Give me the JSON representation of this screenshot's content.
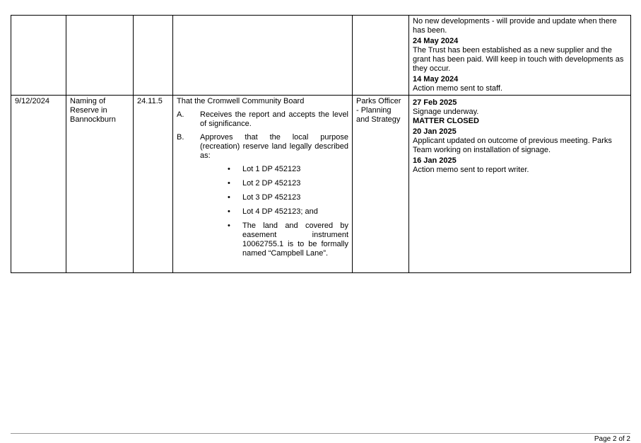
{
  "table": {
    "row1": {
      "updates": [
        {
          "date": "",
          "text": "No new developments - will provide and update when there has been."
        },
        {
          "date": "24 May 2024",
          "text": "The Trust has been established as a new supplier and the grant has been paid.  Will keep in touch with developments as they occur."
        },
        {
          "date": "14 May 2024",
          "text": "Action memo sent to staff."
        }
      ]
    },
    "row2": {
      "meeting_date": "9/12/2024",
      "subject": "Naming of Reserve in Bannockburn",
      "ref": "24.11.5",
      "resolution_intro": "That the Cromwell Community Board",
      "resolution_items": [
        {
          "letter": "A.",
          "text": "Receives the report and accepts the level of significance."
        },
        {
          "letter": "B.",
          "text": "Approves that the local purpose (recreation) reserve land legally described as:"
        }
      ],
      "lots": [
        "Lot 1 DP 452123",
        "Lot 2 DP 452123",
        "Lot 3 DP 452123",
        "Lot 4 DP 452123; and",
        "The land and covered by easement instrument 10062755.1 is to be formally named “Campbell Lane”."
      ],
      "bullet": "•",
      "officer": "Parks Officer - Planning and Strategy",
      "updates": [
        {
          "date": "27 Feb 2025",
          "text": "Signage underway.",
          "status": "MATTER CLOSED"
        },
        {
          "date": "20 Jan 2025",
          "text": "Applicant updated on outcome of previous meeting. Parks Team working on installation of signage."
        },
        {
          "date": "16 Jan 2025",
          "text": "Action memo sent to report writer."
        }
      ]
    }
  },
  "footer": {
    "page": "Page 2 of 2"
  }
}
